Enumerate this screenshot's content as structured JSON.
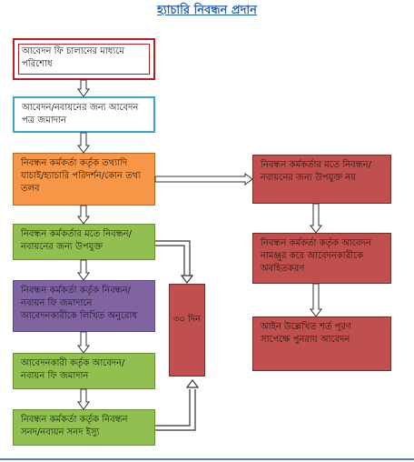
{
  "title": "হ্যাচারি নিবন্ধন প্রদান",
  "steps": [
    "আবেদন ফি চালানের মাধ্যমে পরিশোধ",
    "আবেদন/নবায়নের জন্য আবেদন পত্র জমাদান",
    "নিবন্ধন কর্মকর্তা কর্তৃক তথ্যাদি যাচাই/হ্যাচারি পরিদর্শন/কোন তথ্য তলব",
    "নিবন্ধন কর্মকর্তার মতে নিবন্ধন/নবায়নের জন্য উপযুক্ত",
    "নিবন্ধন কর্মকর্তা কর্তৃক নিবন্ধন/নবায়ন ফি জমাদানে আবেদনকারীকে লিখিত অনুরোধ",
    "আবেদনকারী কর্তৃক আবেদন/নবায়ন ফি জমাদান",
    "নিবন্ধন কর্মকর্তা কর্তৃক নিবন্ধন সনদ/নবায়ন সনদ ইস্যু"
  ],
  "reject_branch": [
    "নিবন্ধন কর্মকর্তার মতে নিবন্ধন/নবায়নের জন্য উপযুক্ত নয়",
    "নিবন্ধন কর্মকর্তা কর্তৃক আবেদন নামঞ্জুর করে আবেদনকারীকে অবহিতকরণ",
    "আইন উল্লেখিত শর্ত পূরণ সাপেক্ষে পুনরায় আবেদন"
  ],
  "duration_label": "৩০ দিন",
  "colors": {
    "title": "#1f5fb0",
    "orange": "#f79646",
    "green": "#92c050",
    "purple": "#8064a2",
    "red": "#c0504d",
    "blue_border": "#3aa6d0"
  }
}
